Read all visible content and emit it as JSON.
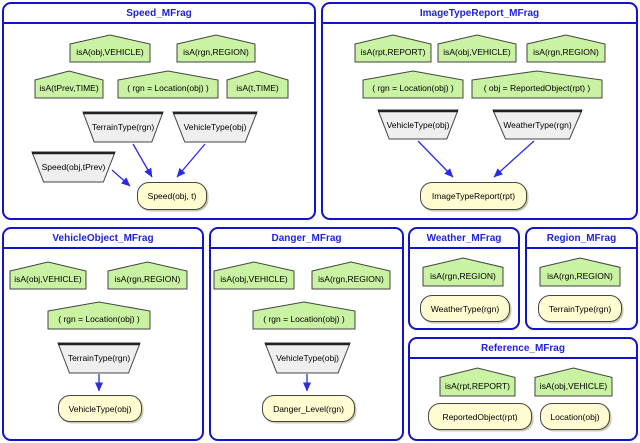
{
  "diagram": {
    "colors": {
      "frame": "#1313cc",
      "title_text": "#2222dd",
      "arrow": "#2b2bec",
      "context_fill": "#c9f2a2",
      "input_fill": "#efefef",
      "resident_fill": "#fffcd2",
      "node_stroke": "#444444"
    },
    "mfrags": [
      {
        "title": "Speed_MFrag",
        "context": [
          "isA(obj,VEHICLE)",
          "isA(rgn,REGION)",
          "isA(tPrev,TIME)",
          "( rgn = Location(obj) )",
          "isA(t,TIME)"
        ],
        "inputs": [
          "TerrainType(rgn)",
          "VehicleType(obj)",
          "Speed(obj,tPrev)"
        ],
        "residents": [
          "Speed(obj, t)"
        ]
      },
      {
        "title": "ImageTypeReport_MFrag",
        "context": [
          "isA(rpt,REPORT)",
          "isA(obj,VEHICLE)",
          "isA(rgn,REGION)",
          "( rgn = Location(obj) )",
          "( obj = ReportedObject(rpt) )"
        ],
        "inputs": [
          "VehicleType(obj)",
          "WeatherType(rgn)"
        ],
        "residents": [
          "ImageTypeReport(rpt)"
        ]
      },
      {
        "title": "VehicleObject_MFrag",
        "context": [
          "isA(obj,VEHICLE)",
          "isA(rgn,REGION)",
          "( rgn = Location(obj) )"
        ],
        "inputs": [
          "TerrainType(rgn)"
        ],
        "residents": [
          "VehicleType(obj)"
        ]
      },
      {
        "title": "Danger_MFrag",
        "context": [
          "isA(obj,VEHICLE)",
          "isA(rgn,REGION)",
          "( rgn = Location(obj) )"
        ],
        "inputs": [
          "VehicleType(obj)"
        ],
        "residents": [
          "Danger_Level(rgn)"
        ]
      },
      {
        "title": "Weather_MFrag",
        "context": [
          "isA(rgn,REGION)"
        ],
        "inputs": [],
        "residents": [
          "WeatherType(rgn)"
        ]
      },
      {
        "title": "Region_MFrag",
        "context": [
          "isA(rgn,REGION)"
        ],
        "inputs": [],
        "residents": [
          "TerrainType(rgn)"
        ]
      },
      {
        "title": "Reference_MFrag",
        "context": [
          "isA(rpt,REPORT)",
          "isA(obj,VEHICLE)"
        ],
        "inputs": [],
        "residents": [
          "ReportedObject(rpt)",
          "Location(obj)"
        ]
      }
    ]
  }
}
